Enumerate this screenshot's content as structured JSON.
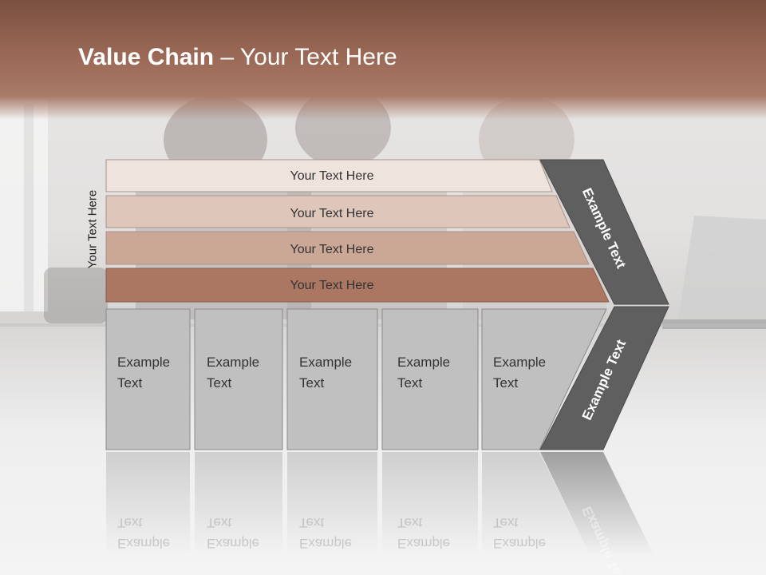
{
  "title": {
    "bold": "Value Chain",
    "rest": " – Your Text Here"
  },
  "side_label": "Your Text Here",
  "bands": [
    "Your Text Here",
    "Your Text Here",
    "Your Text Here",
    "Your Text Here"
  ],
  "boxes": [
    [
      "Example",
      "Text"
    ],
    [
      "Example",
      "Text"
    ],
    [
      "Example",
      "Text"
    ],
    [
      "Example",
      "Text"
    ],
    [
      "Example",
      "Text"
    ]
  ],
  "chevron_top_label": "Example Text",
  "chevron_bottom_label": "Example Text",
  "colors": {
    "header": "#9a6855",
    "band1": "#efe3de",
    "band2": "#dfc6bb",
    "band3": "#cba896",
    "band4": "#ab7762",
    "box": "#c0c0c0",
    "chevron": "#5f5f5f"
  }
}
